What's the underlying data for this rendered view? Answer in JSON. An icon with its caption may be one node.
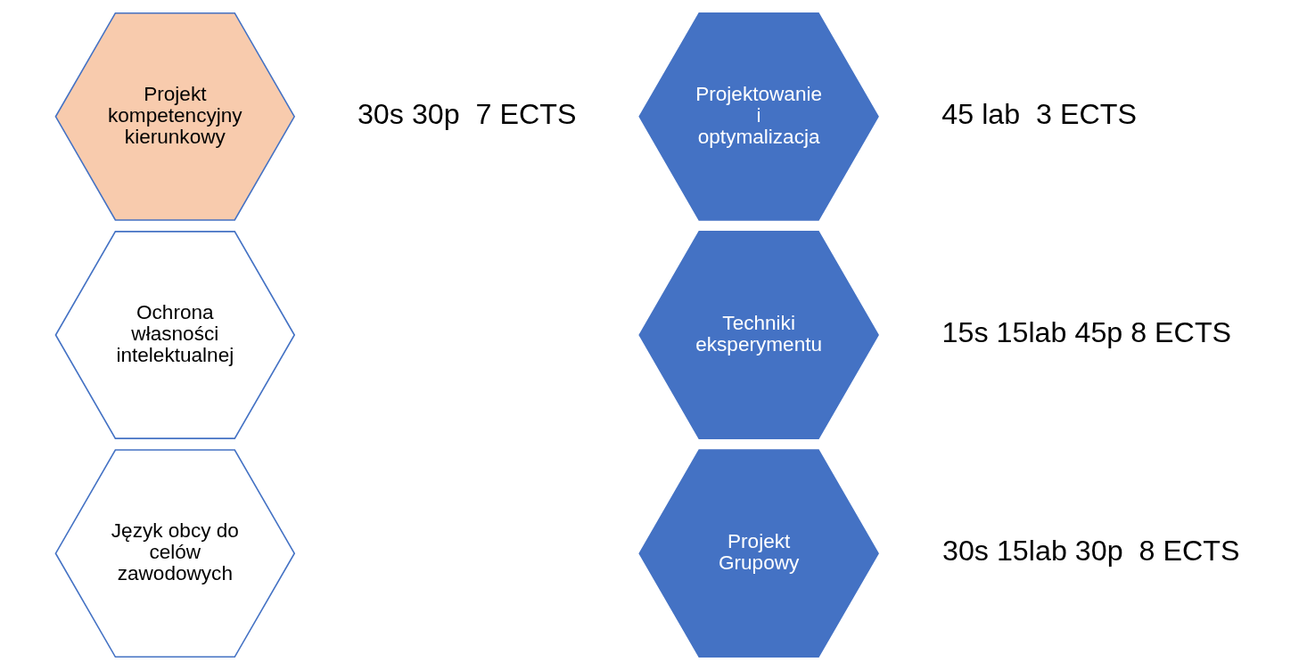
{
  "diagram": {
    "nodes": [
      {
        "text": [
          "Projekt kompetencyjny kierunkowy"
        ],
        "beside": [
          "30s 30p  7 ECTS"
        ]
      },
      {
        "text": [
          "Ochrona własności intelektualnej"
        ]
      },
      {
        "text": [
          "Język obcy do celów zawodowych"
        ]
      },
      {
        "text": [
          "Projektowanie i optymalizacja"
        ],
        "beside": [
          "45 lab  3 ECTS"
        ]
      },
      {
        "text": [
          "Techniki eksperymentu"
        ],
        "beside": [
          "15s 15lab 45p 8 ECTS"
        ]
      },
      {
        "text": [
          "Projekt Grupowy"
        ],
        "beside": [
          "30s 15lab 30p  8 ECTS"
        ]
      }
    ]
  }
}
